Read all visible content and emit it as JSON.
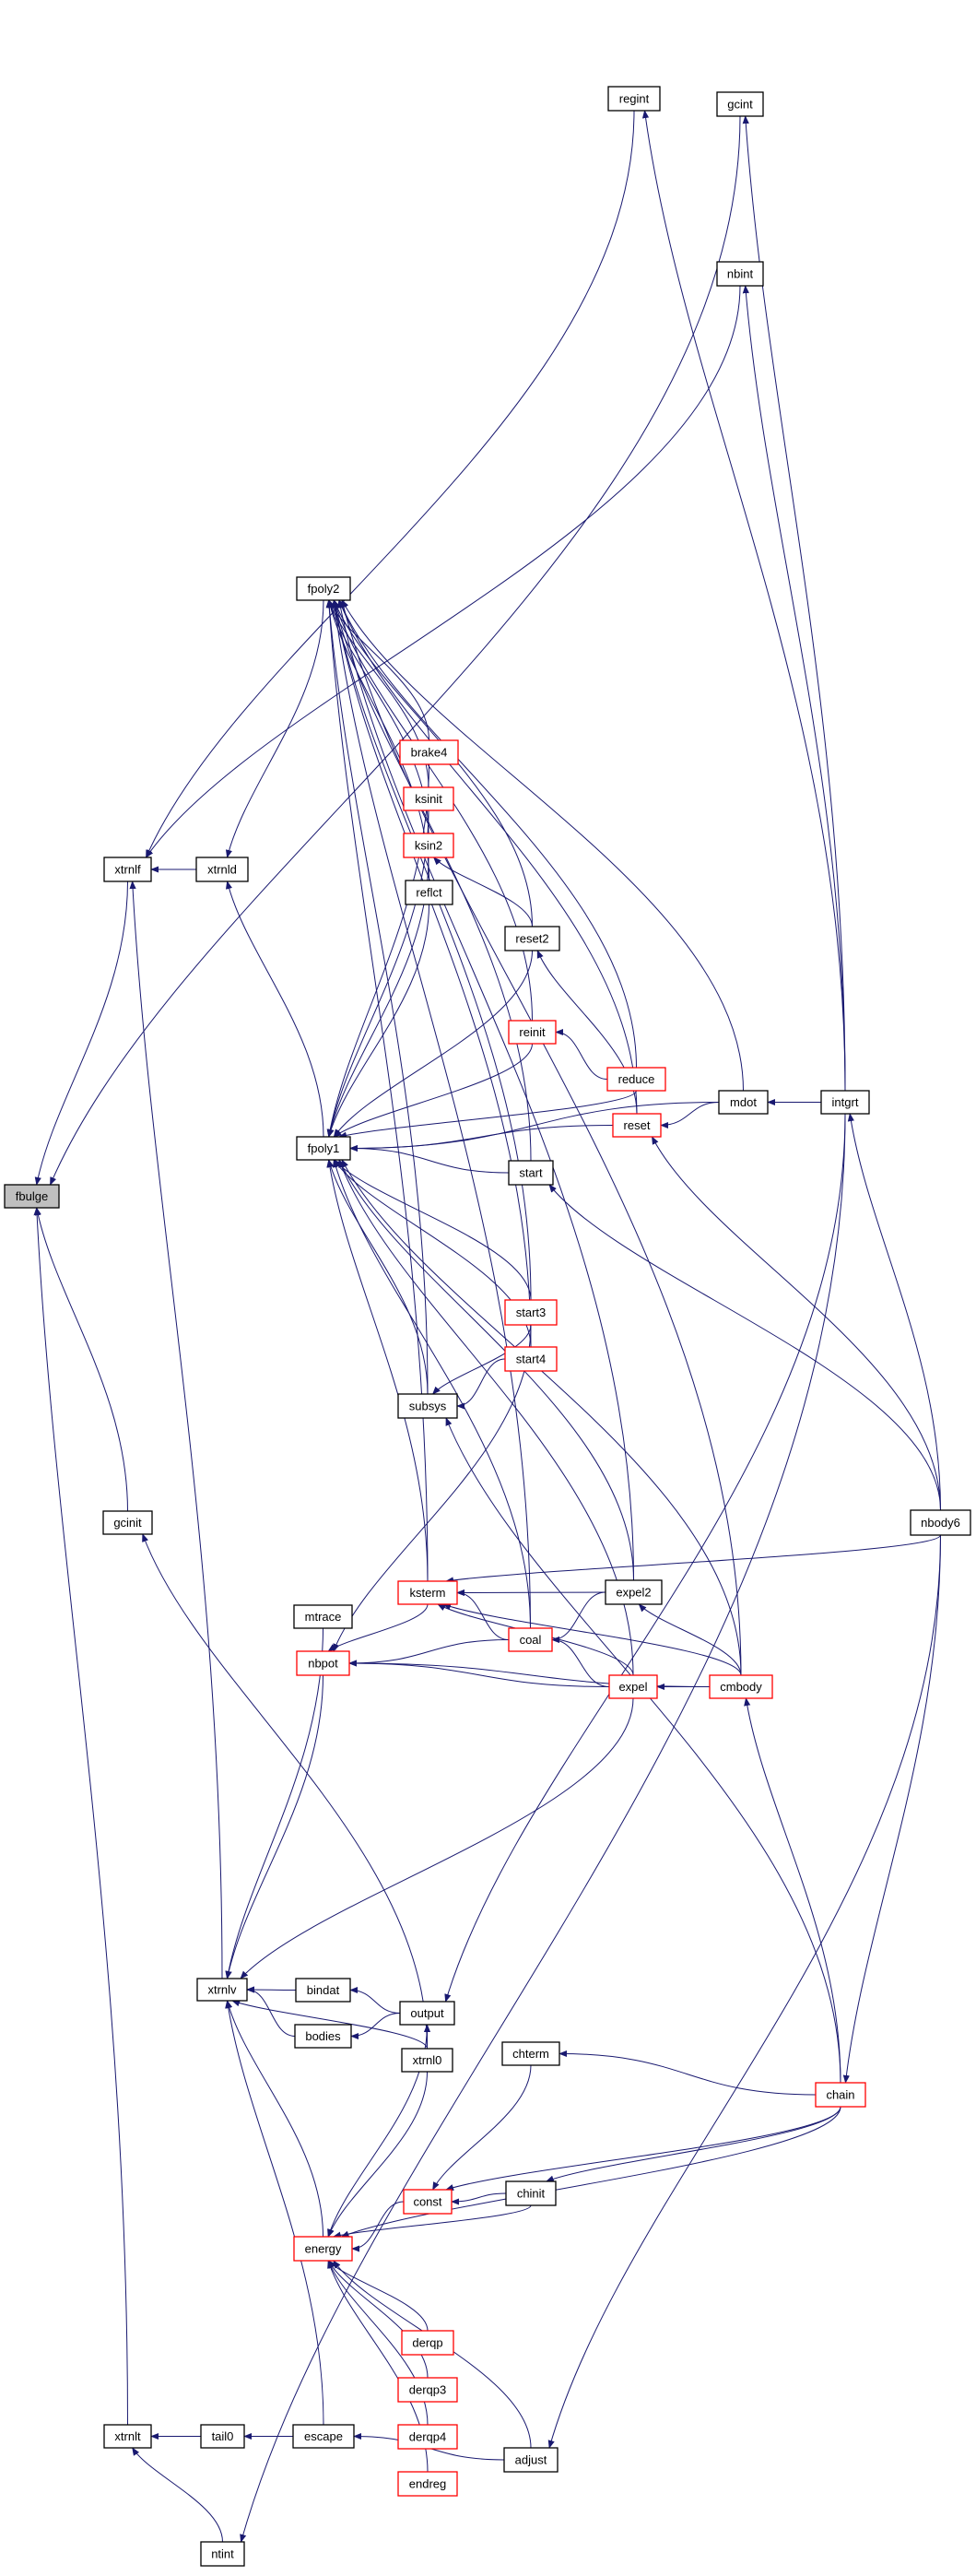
{
  "graph": {
    "root": "fbulge",
    "edge_color": "#191970",
    "highlight_color": "#ff0000",
    "root_fill": "#bfbfbf",
    "nodes": [
      {
        "id": "fbulge",
        "label": "fbulge",
        "root": true
      },
      {
        "id": "gcint",
        "label": "gcint"
      },
      {
        "id": "regint",
        "label": "regint"
      },
      {
        "id": "nbint",
        "label": "nbint"
      },
      {
        "id": "fpoly2",
        "label": "fpoly2"
      },
      {
        "id": "xtrnlf",
        "label": "xtrnlf"
      },
      {
        "id": "xtrnld",
        "label": "xtrnld"
      },
      {
        "id": "brake4",
        "label": "brake4",
        "red": true
      },
      {
        "id": "ksinit",
        "label": "ksinit",
        "red": true
      },
      {
        "id": "ksin2",
        "label": "ksin2",
        "red": true
      },
      {
        "id": "reflct",
        "label": "reflct"
      },
      {
        "id": "reset2",
        "label": "reset2"
      },
      {
        "id": "reinit",
        "label": "reinit",
        "red": true
      },
      {
        "id": "reduce",
        "label": "reduce",
        "red": true
      },
      {
        "id": "mdot",
        "label": "mdot"
      },
      {
        "id": "intgrt",
        "label": "intgrt"
      },
      {
        "id": "reset",
        "label": "reset",
        "red": true
      },
      {
        "id": "fpoly1",
        "label": "fpoly1"
      },
      {
        "id": "start",
        "label": "start"
      },
      {
        "id": "start3",
        "label": "start3",
        "red": true
      },
      {
        "id": "start4",
        "label": "start4",
        "red": true
      },
      {
        "id": "subsys",
        "label": "subsys"
      },
      {
        "id": "nbody6",
        "label": "nbody6"
      },
      {
        "id": "gcinit",
        "label": "gcinit"
      },
      {
        "id": "ksterm",
        "label": "ksterm",
        "red": true
      },
      {
        "id": "expel2",
        "label": "expel2"
      },
      {
        "id": "mtrace",
        "label": "mtrace"
      },
      {
        "id": "coal",
        "label": "coal",
        "red": true
      },
      {
        "id": "nbpot",
        "label": "nbpot",
        "red": true
      },
      {
        "id": "expel",
        "label": "expel",
        "red": true
      },
      {
        "id": "cmbody",
        "label": "cmbody",
        "red": true
      },
      {
        "id": "xtrnlv",
        "label": "xtrnlv"
      },
      {
        "id": "bindat",
        "label": "bindat"
      },
      {
        "id": "output",
        "label": "output"
      },
      {
        "id": "bodies",
        "label": "bodies"
      },
      {
        "id": "xtrnl0",
        "label": "xtrnl0"
      },
      {
        "id": "chterm",
        "label": "chterm"
      },
      {
        "id": "chain",
        "label": "chain",
        "red": true
      },
      {
        "id": "chinit",
        "label": "chinit"
      },
      {
        "id": "const",
        "label": "const",
        "red": true
      },
      {
        "id": "energy",
        "label": "energy",
        "red": true
      },
      {
        "id": "derqp",
        "label": "derqp",
        "red": true
      },
      {
        "id": "derqp3",
        "label": "derqp3",
        "red": true
      },
      {
        "id": "derqp4",
        "label": "derqp4",
        "red": true
      },
      {
        "id": "endreg",
        "label": "endreg",
        "red": true
      },
      {
        "id": "xtrnlt",
        "label": "xtrnlt"
      },
      {
        "id": "tail0",
        "label": "tail0"
      },
      {
        "id": "escape",
        "label": "escape"
      },
      {
        "id": "adjust",
        "label": "adjust"
      },
      {
        "id": "ntint",
        "label": "ntint"
      }
    ],
    "edges": [
      [
        "xtrnlf",
        "fbulge"
      ],
      [
        "gcinit",
        "fbulge"
      ],
      [
        "xtrnlt",
        "fbulge"
      ],
      [
        "gcint",
        "fbulge"
      ],
      [
        "nbint",
        "xtrnlf"
      ],
      [
        "regint",
        "xtrnlf"
      ],
      [
        "xtrnld",
        "xtrnlf"
      ],
      [
        "xtrnlv",
        "xtrnlf"
      ],
      [
        "fpoly2",
        "xtrnld"
      ],
      [
        "fpoly1",
        "xtrnld"
      ],
      [
        "intgrt",
        "regint"
      ],
      [
        "intgrt",
        "gcint"
      ],
      [
        "intgrt",
        "nbint"
      ],
      [
        "intgrt",
        "mdot"
      ],
      [
        "brake4",
        "fpoly2"
      ],
      [
        "ksinit",
        "fpoly2"
      ],
      [
        "ksin2",
        "fpoly2"
      ],
      [
        "reflct",
        "fpoly2"
      ],
      [
        "reset2",
        "fpoly2"
      ],
      [
        "reinit",
        "fpoly2"
      ],
      [
        "reduce",
        "fpoly2"
      ],
      [
        "reset",
        "fpoly2"
      ],
      [
        "start",
        "fpoly2"
      ],
      [
        "start3",
        "fpoly2"
      ],
      [
        "start4",
        "fpoly2"
      ],
      [
        "subsys",
        "fpoly2"
      ],
      [
        "ksterm",
        "fpoly2"
      ],
      [
        "expel2",
        "fpoly2"
      ],
      [
        "cmbody",
        "fpoly2"
      ],
      [
        "coal",
        "fpoly2"
      ],
      [
        "mdot",
        "fpoly2"
      ],
      [
        "brake4",
        "fpoly1"
      ],
      [
        "ksinit",
        "fpoly1"
      ],
      [
        "ksin2",
        "fpoly1"
      ],
      [
        "reflct",
        "fpoly1"
      ],
      [
        "reset2",
        "fpoly1"
      ],
      [
        "reinit",
        "fpoly1"
      ],
      [
        "reduce",
        "fpoly1"
      ],
      [
        "reset",
        "fpoly1"
      ],
      [
        "start",
        "fpoly1"
      ],
      [
        "start3",
        "fpoly1"
      ],
      [
        "start4",
        "fpoly1"
      ],
      [
        "subsys",
        "fpoly1"
      ],
      [
        "ksterm",
        "fpoly1"
      ],
      [
        "mdot",
        "fpoly1"
      ],
      [
        "coal",
        "fpoly1"
      ],
      [
        "expel2",
        "fpoly1"
      ],
      [
        "expel",
        "fpoly1"
      ],
      [
        "cmbody",
        "fpoly1"
      ],
      [
        "reset2",
        "ksin2"
      ],
      [
        "reset",
        "reset2"
      ],
      [
        "reduce",
        "reinit"
      ],
      [
        "mdot",
        "reset"
      ],
      [
        "nbody6",
        "intgrt"
      ],
      [
        "nbody6",
        "reset"
      ],
      [
        "nbody6",
        "start"
      ],
      [
        "nbody6",
        "ksterm"
      ],
      [
        "nbody6",
        "chain"
      ],
      [
        "nbody6",
        "adjust"
      ],
      [
        "start3",
        "subsys"
      ],
      [
        "start4",
        "subsys"
      ],
      [
        "chain",
        "subsys"
      ],
      [
        "coal",
        "ksterm"
      ],
      [
        "expel",
        "ksterm"
      ],
      [
        "cmbody",
        "ksterm"
      ],
      [
        "expel2",
        "ksterm"
      ],
      [
        "ksterm",
        "nbpot"
      ],
      [
        "coal",
        "nbpot"
      ],
      [
        "expel",
        "nbpot"
      ],
      [
        "cmbody",
        "nbpot"
      ],
      [
        "start3",
        "nbpot"
      ],
      [
        "expel2",
        "coal"
      ],
      [
        "expel",
        "coal"
      ],
      [
        "cmbody",
        "expel2"
      ],
      [
        "cmbody",
        "expel"
      ],
      [
        "chain",
        "cmbody"
      ],
      [
        "nbpot",
        "xtrnlv"
      ],
      [
        "mtrace",
        "xtrnlv"
      ],
      [
        "bindat",
        "xtrnlv"
      ],
      [
        "bodies",
        "xtrnlv"
      ],
      [
        "xtrnl0",
        "xtrnlv"
      ],
      [
        "energy",
        "xtrnlv"
      ],
      [
        "escape",
        "xtrnlv"
      ],
      [
        "expel",
        "xtrnlv"
      ],
      [
        "output",
        "bindat"
      ],
      [
        "output",
        "bodies"
      ],
      [
        "xtrnl0",
        "output"
      ],
      [
        "intgrt",
        "output"
      ],
      [
        "output",
        "energy"
      ],
      [
        "xtrnl0",
        "energy"
      ],
      [
        "const",
        "energy"
      ],
      [
        "chinit",
        "energy"
      ],
      [
        "chain",
        "energy"
      ],
      [
        "derqp",
        "energy"
      ],
      [
        "derqp3",
        "energy"
      ],
      [
        "derqp4",
        "energy"
      ],
      [
        "endreg",
        "energy"
      ],
      [
        "adjust",
        "energy"
      ],
      [
        "chinit",
        "const"
      ],
      [
        "chterm",
        "const"
      ],
      [
        "chain",
        "const"
      ],
      [
        "chain",
        "chterm"
      ],
      [
        "chain",
        "chinit"
      ],
      [
        "adjust",
        "escape"
      ],
      [
        "escape",
        "tail0"
      ],
      [
        "tail0",
        "xtrnlt"
      ],
      [
        "ntint",
        "xtrnlt"
      ],
      [
        "intgrt",
        "ntint"
      ],
      [
        "xtrnl0",
        "gcinit"
      ]
    ]
  }
}
